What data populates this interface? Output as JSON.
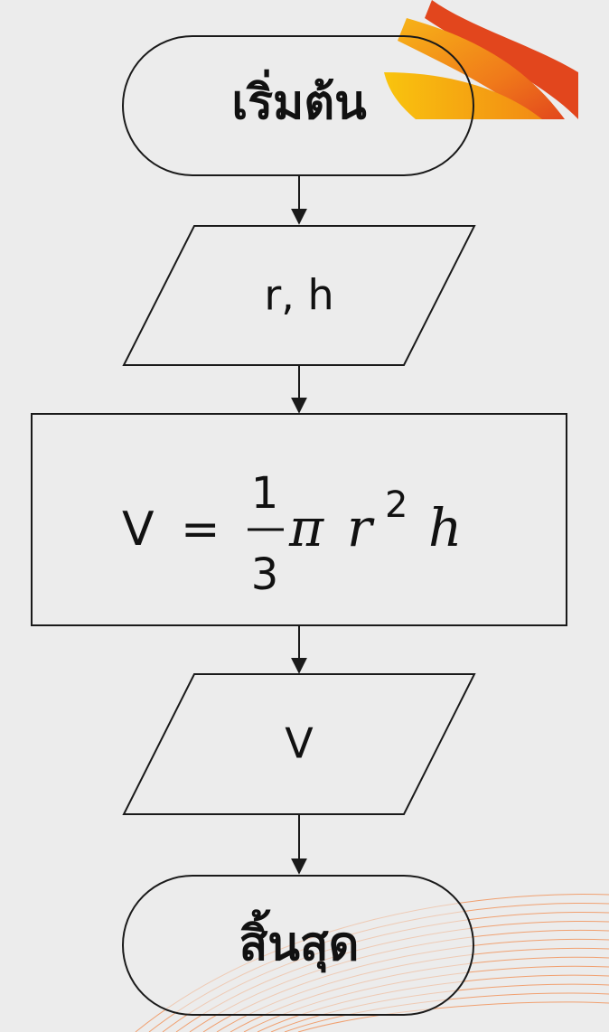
{
  "flowchart": {
    "start": {
      "label": "เริ่มต้น"
    },
    "input": {
      "label": "r, h"
    },
    "process": {
      "lhs": "V",
      "equals": "=",
      "frac_num": "1",
      "frac_den": "3",
      "pi": "π",
      "r": "r",
      "exp": "2",
      "h": "h"
    },
    "output": {
      "label": "V"
    },
    "end": {
      "label": "สิ้นสุด"
    }
  },
  "colors": {
    "stroke": "#1a1a1a",
    "background": "#ececec",
    "accent_orange": "#f07a1a",
    "accent_yellow": "#f7b417",
    "accent_red": "#e2461d",
    "line_arcs": "#f0a070"
  }
}
